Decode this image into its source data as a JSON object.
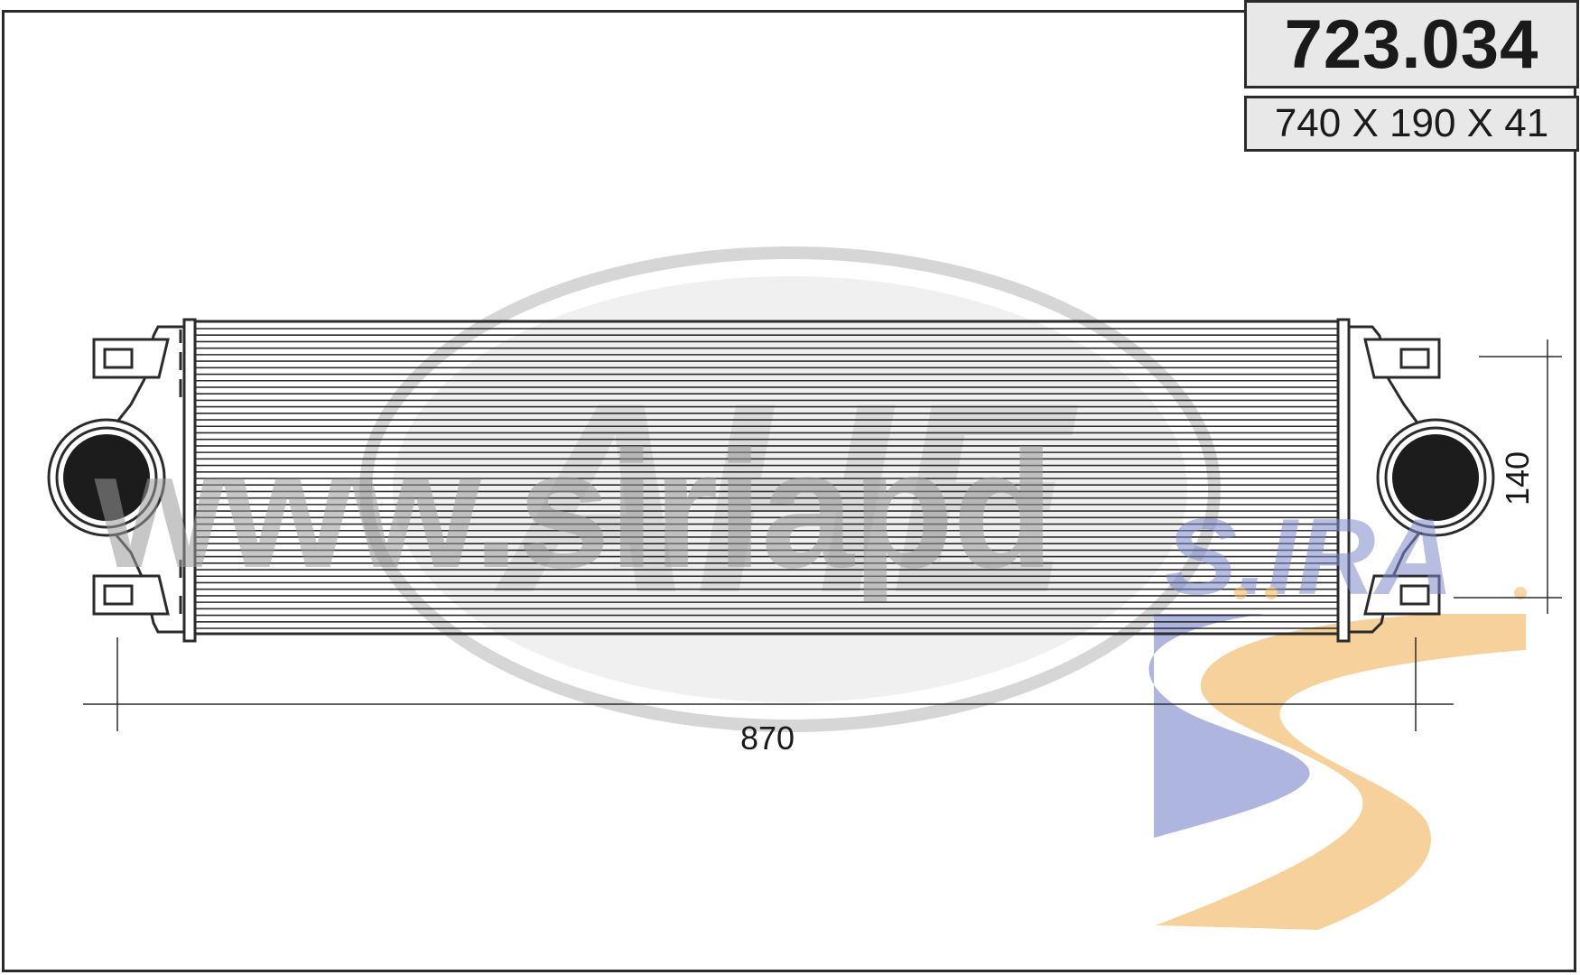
{
  "part": {
    "number": "723.034",
    "core_dimensions": "740 X 190 X 41"
  },
  "dimensions": {
    "overall_width_label": "870",
    "height_label": "140"
  },
  "watermark": {
    "url_text": "www.siriapd",
    "brand_text": "S.IRA",
    "colors": {
      "gray": "#c8c8c8",
      "blue": "#9aa3d6",
      "orange": "#f4c98a"
    }
  },
  "colors": {
    "line": "#2b2b2b",
    "background": "#ffffff",
    "label_box": "#e8e8e8"
  }
}
